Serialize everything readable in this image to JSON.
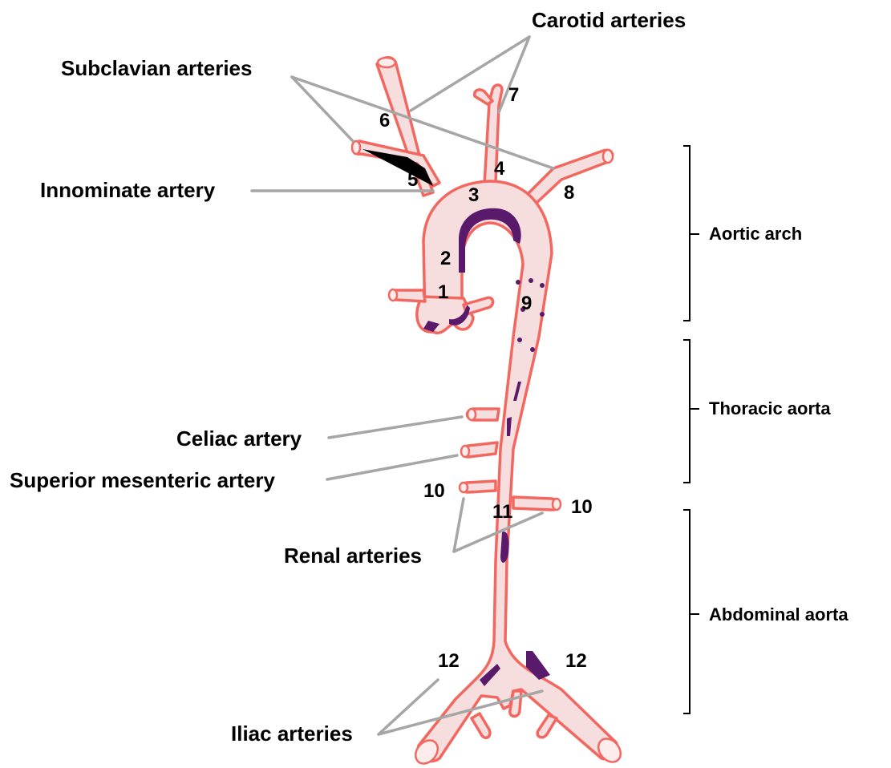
{
  "labels": {
    "carotid": "Carotid arteries",
    "subclavian": "Subclavian arteries",
    "innominate": "Innominate artery",
    "celiac": "Celiac artery",
    "superior_mesenteric": "Superior mesenteric artery",
    "renal": "Renal arteries",
    "iliac": "Iliac arteries"
  },
  "segments": {
    "aortic_arch": "Aortic arch",
    "thoracic_aorta": "Thoracic aorta",
    "abdominal_aorta": "Abdominal aorta"
  },
  "numbers": {
    "n1": "1",
    "n2": "2",
    "n3": "3",
    "n4": "4",
    "n5": "5",
    "n6": "6",
    "n7": "7",
    "n8": "8",
    "n9": "9",
    "n10a": "10",
    "n10b": "10",
    "n11": "11",
    "n12a": "12",
    "n12b": "12"
  },
  "colors": {
    "vessel_outline": "#f2675f",
    "vessel_fill": "#f7dede",
    "plaque": "#5a1a6b",
    "pointer_line": "#a6a6a6"
  }
}
